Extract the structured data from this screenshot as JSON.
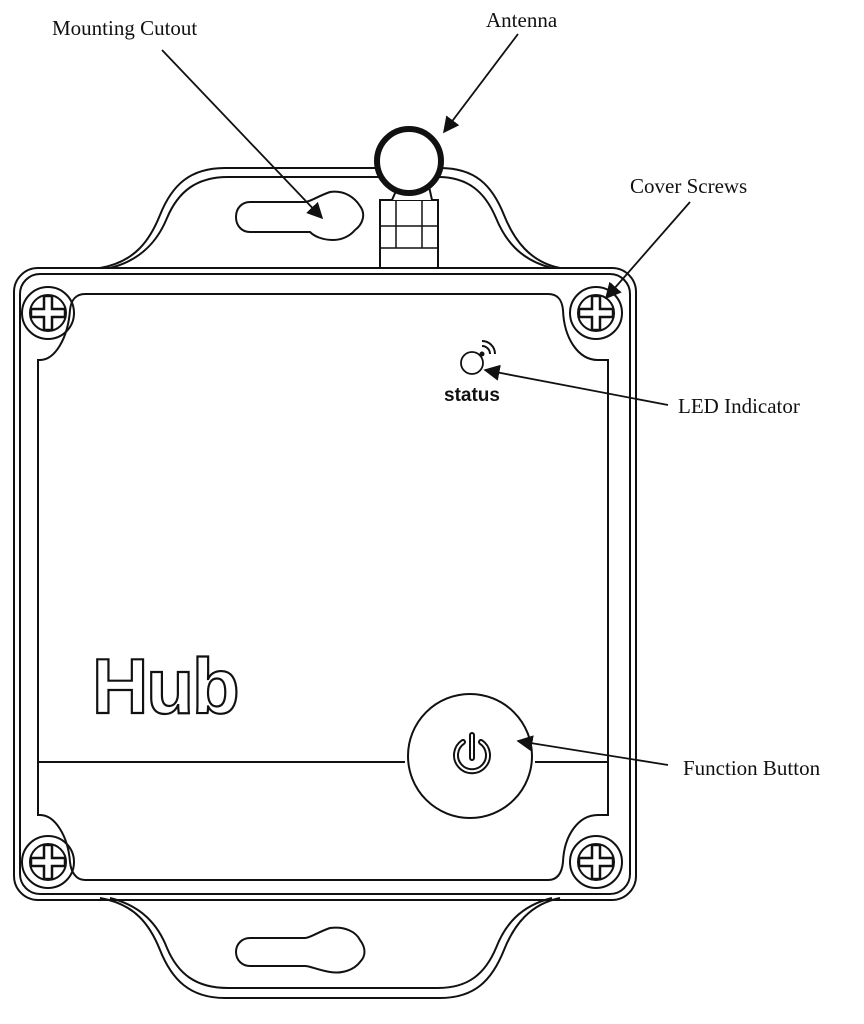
{
  "callouts": {
    "mounting_cutout": "Mounting Cutout",
    "antenna": "Antenna",
    "cover_screws": "Cover Screws",
    "led_indicator": "LED Indicator",
    "function_button": "Function Button"
  },
  "device": {
    "status_label": "status",
    "brand_label": "Hub"
  },
  "colors": {
    "line": "#111111",
    "background": "#ffffff"
  },
  "icons": [
    "antenna-cap-icon",
    "screw-icon",
    "wifi-signal-icon",
    "power-icon"
  ]
}
